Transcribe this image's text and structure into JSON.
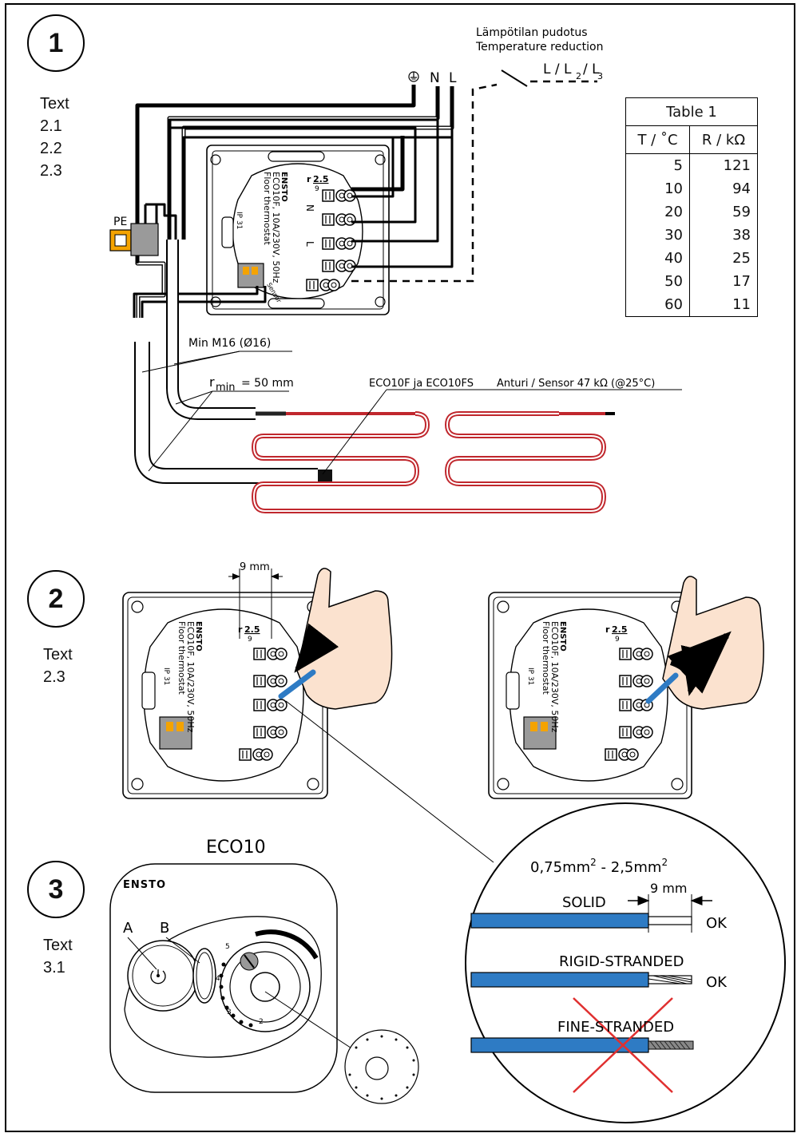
{
  "sections": [
    {
      "number": "1",
      "text_label": "Text",
      "refs": [
        "2.1",
        "2.2",
        "2.3"
      ]
    },
    {
      "number": "2",
      "text_label": "Text",
      "refs": [
        "2.3"
      ]
    },
    {
      "number": "3",
      "text_label": "Text",
      "refs": [
        "3.1"
      ]
    }
  ],
  "wiring": {
    "temp_reduction_fi": "Lämpötilan pudotus",
    "temp_reduction_en": "Temperature reduction",
    "terminal_N": "N",
    "terminal_L": "L",
    "phase_label": "L / L",
    "phase_sub2": "2",
    "phase_sep": "/ L",
    "phase_sub3": "3",
    "pe_label": "PE",
    "conduit_label": "Min M16 (Ø16)",
    "rmin_r": "r",
    "rmin_sub": "min",
    "rmin_value": "= 50 mm",
    "sensor_models": "ECO10F ja ECO10FS",
    "sensor_label": "Anturi / Sensor  47 kΩ (@25°C)"
  },
  "device": {
    "brand": "ENSTO",
    "model": "ECO10F, 10A/230V, 50Hz",
    "type": "Floor thermostat",
    "ip": "IP 31",
    "sensor_text": "Sensor",
    "strip_r": "r",
    "strip_value": "2.5",
    "strip_sub": "9"
  },
  "table1": {
    "title": "Table 1",
    "col_t": "T / ˚C",
    "col_r": "R / kΩ",
    "rows": [
      [
        "5",
        "121"
      ],
      [
        "10",
        "94"
      ],
      [
        "20",
        "59"
      ],
      [
        "30",
        "38"
      ],
      [
        "40",
        "25"
      ],
      [
        "50",
        "17"
      ],
      [
        "60",
        "11"
      ]
    ]
  },
  "strip": {
    "dim_9mm": "9 mm",
    "gauge": "0,75mm",
    "gauge_sup1": "2",
    "gauge_mid": " - 2,5mm",
    "gauge_sup2": "2",
    "solid": "SOLID",
    "rigid": "RIGID-STRANDED",
    "fine": "FINE-STRANDED",
    "ok": "OK"
  },
  "control": {
    "title": "ECO10",
    "brand": "ENSTO",
    "label_a": "A",
    "label_b": "B",
    "dial_5": "5",
    "dial_4": "4",
    "dial_3": "3",
    "dial_2": "2"
  }
}
